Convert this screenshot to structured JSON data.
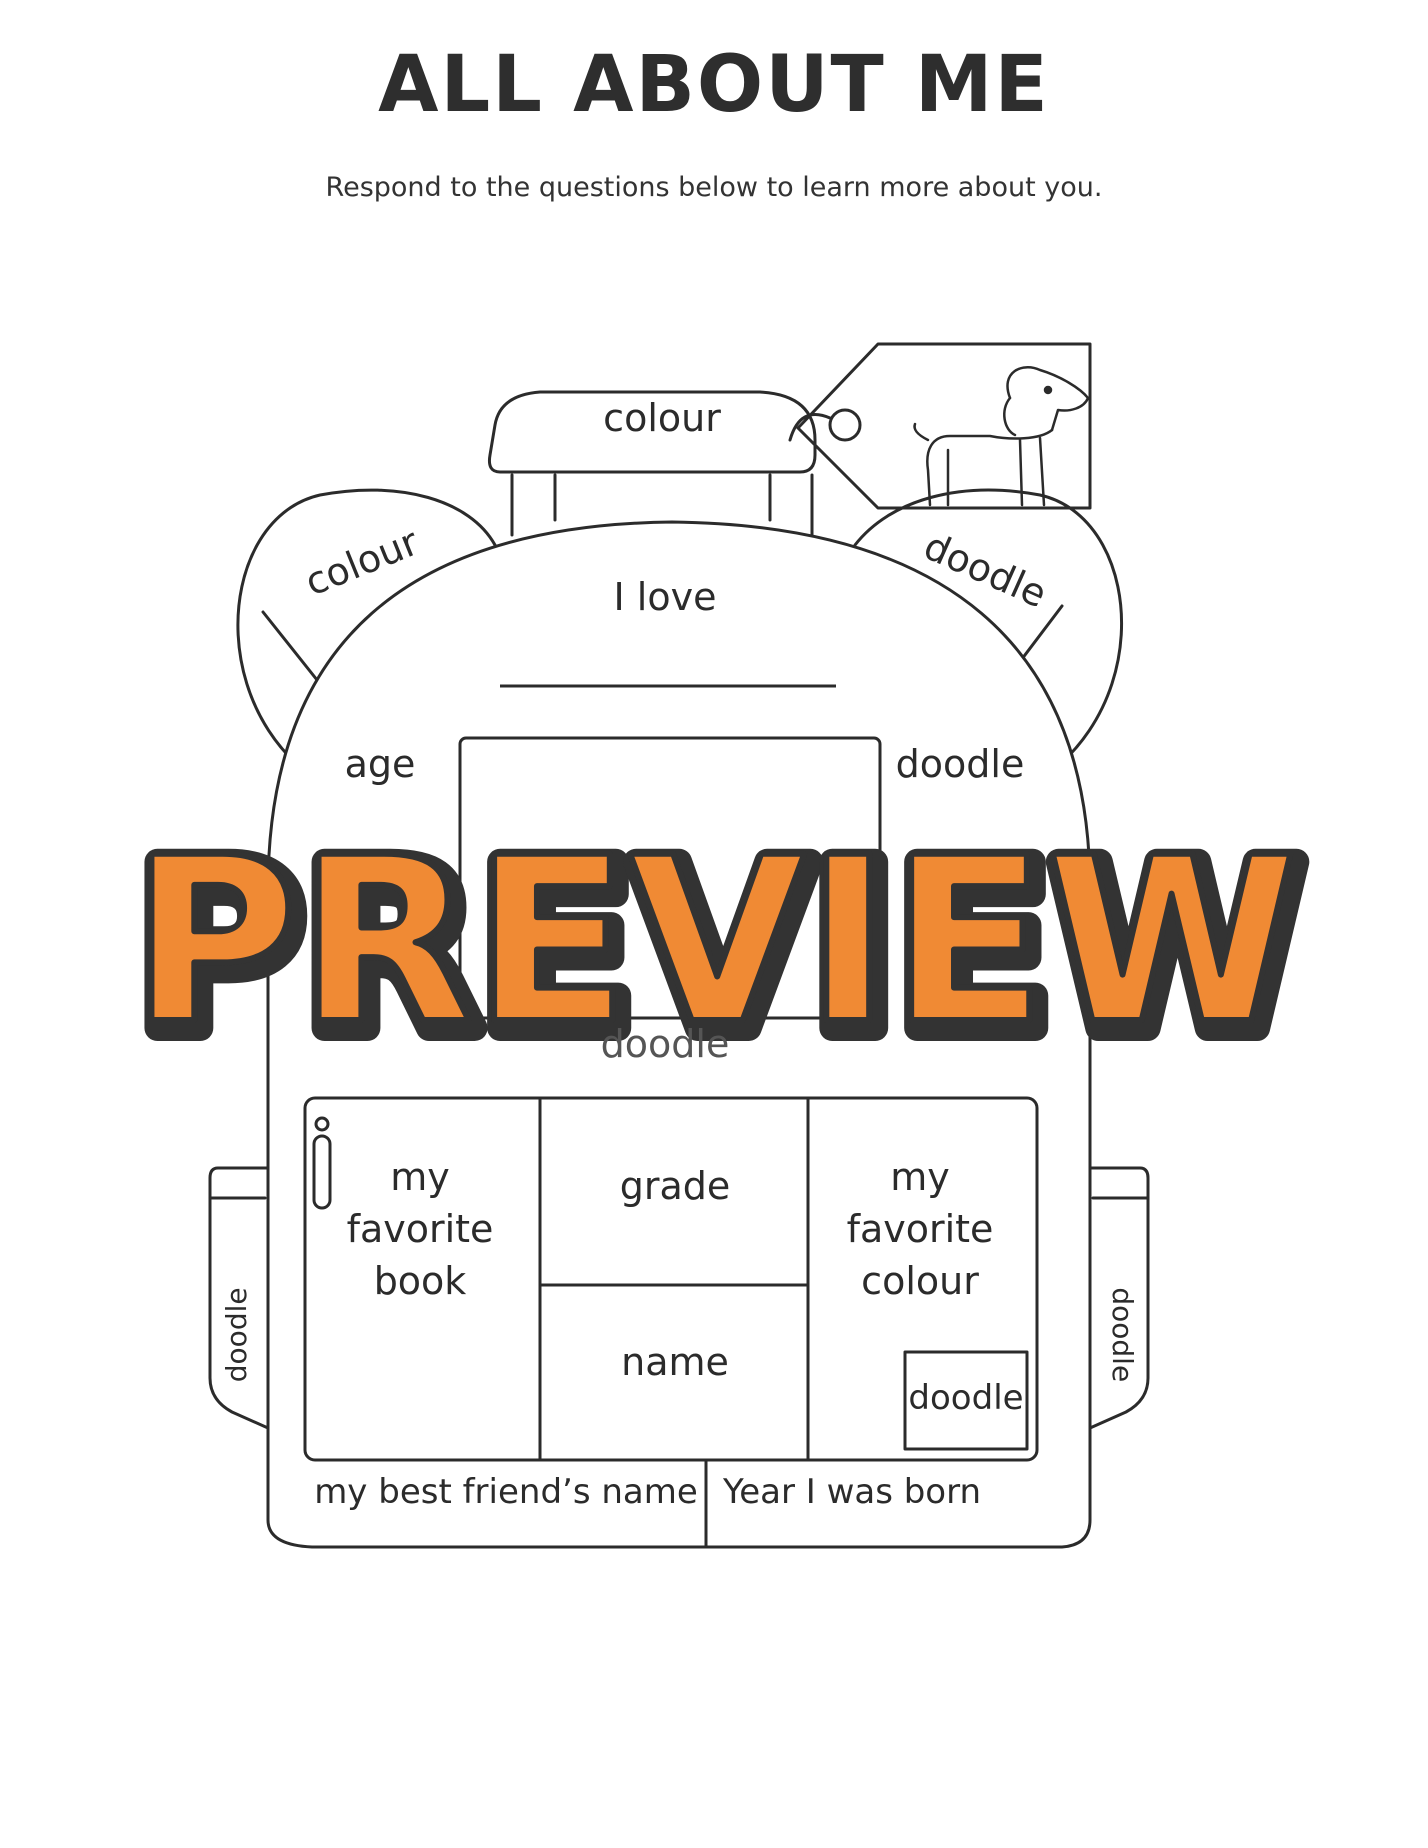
{
  "page": {
    "title": "ALL ABOUT ME",
    "subtitle": "Respond to the questions below to learn more about you."
  },
  "backpack": {
    "handle_label": "colour",
    "left_ear_label": "colour",
    "right_ear_label": "doodle",
    "top_label": "I love",
    "left_label": "age",
    "right_label": "doodle",
    "middle_label": "doodle",
    "pocket": {
      "favorite_book": [
        "my",
        "favorite",
        "book"
      ],
      "grade": "grade",
      "name": "name",
      "favorite_colour": [
        "my",
        "favorite",
        "colour"
      ],
      "doodle_box": "doodle"
    },
    "bottom_left": "my best friend’s name",
    "bottom_right": "Year I was born",
    "left_strap": "doodle",
    "right_strap": "doodle"
  },
  "tag": {
    "icon": "dog-icon"
  },
  "watermark": {
    "text": "PREVIEW",
    "color": "#f08a34",
    "outline": "#333333"
  },
  "colors": {
    "line": "#2b2b2b",
    "background": "#ffffff"
  }
}
